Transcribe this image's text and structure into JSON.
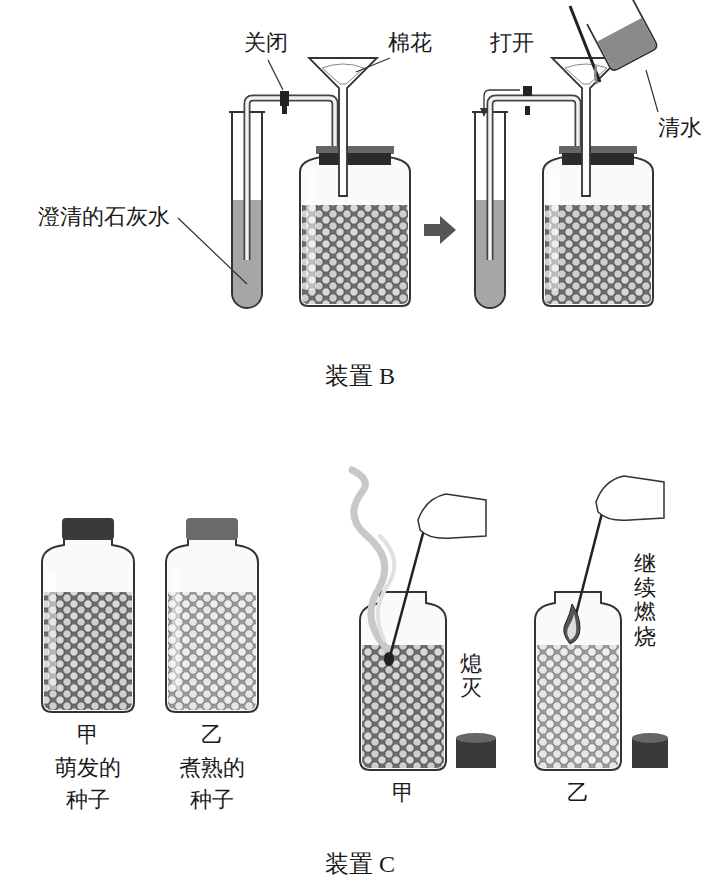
{
  "diagram": {
    "labels": [
      "关闭",
      "棉花",
      "打开",
      "清水",
      "澄清的石灰水",
      "装置 B",
      "甲",
      "乙",
      "萌发的种子",
      "煮熟的种子",
      "熄灭",
      "继续燃烧",
      "甲",
      "乙",
      "装置 C"
    ]
  }
}
